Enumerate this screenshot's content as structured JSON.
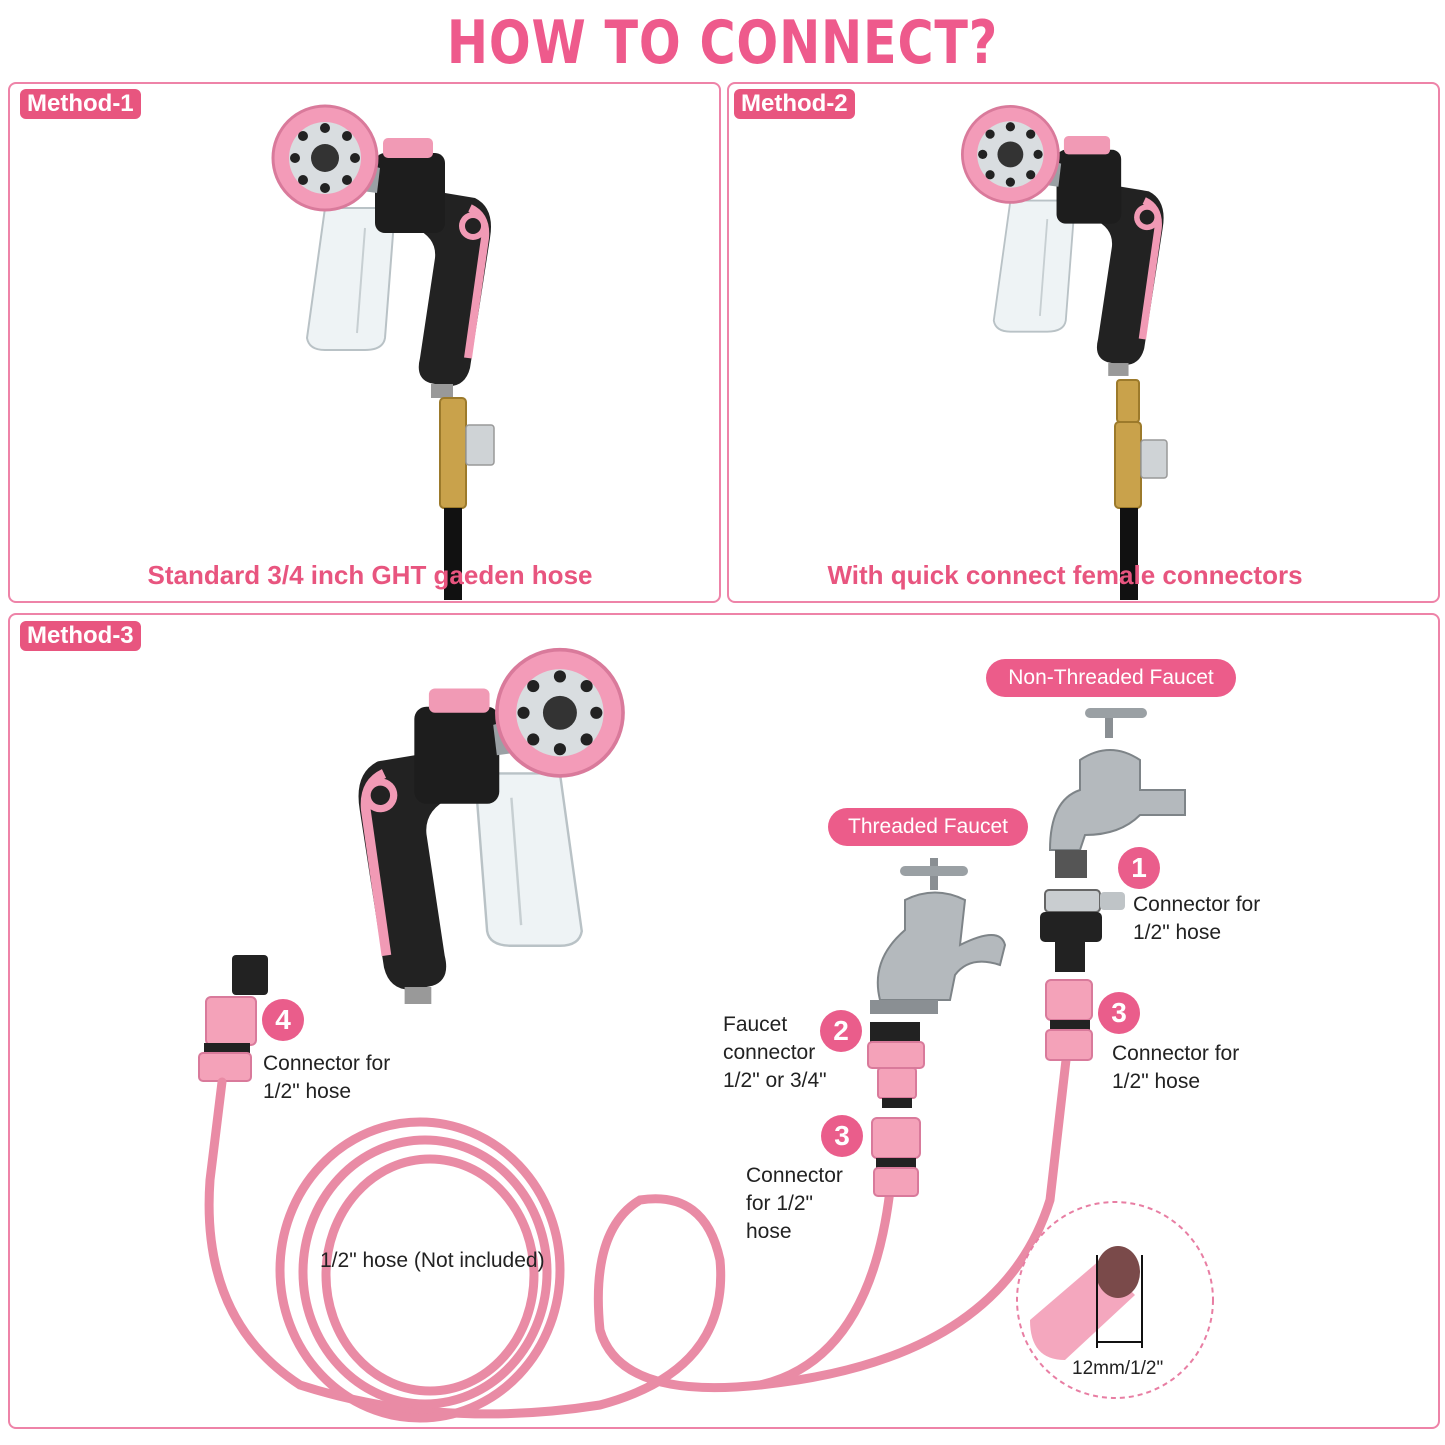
{
  "title": "HOW TO CONNECT?",
  "colors": {
    "accent": "#e8557f",
    "border": "#ee83a8",
    "hose": "#e98ba5"
  },
  "method1": {
    "tag": "Method-1",
    "caption": "Standard 3/4 inch GHT gaeden hose"
  },
  "method2": {
    "tag": "Method-2",
    "caption": "With quick connect female connectors"
  },
  "method3": {
    "tag": "Method-3",
    "non_threaded_faucet": "Non-Threaded Faucet",
    "threaded_faucet": "Threaded Faucet",
    "steps": [
      {
        "num": "1",
        "label_lines": [
          "Connector for",
          "1/2\" hose"
        ]
      },
      {
        "num": "2",
        "label_lines": [
          "Faucet",
          "connector",
          "1/2\" or 3/4\""
        ]
      },
      {
        "num": "3",
        "label_lines": [
          "Connector",
          "for 1/2\"",
          "hose"
        ]
      },
      {
        "num": "3",
        "label_lines": [
          "Connector for",
          "1/2\" hose"
        ]
      },
      {
        "num": "4",
        "label_lines": [
          "Connector for",
          "1/2\" hose"
        ]
      }
    ],
    "hose_label": "1/2\" hose (Not included)",
    "hose_size": "12mm/1/2\""
  }
}
